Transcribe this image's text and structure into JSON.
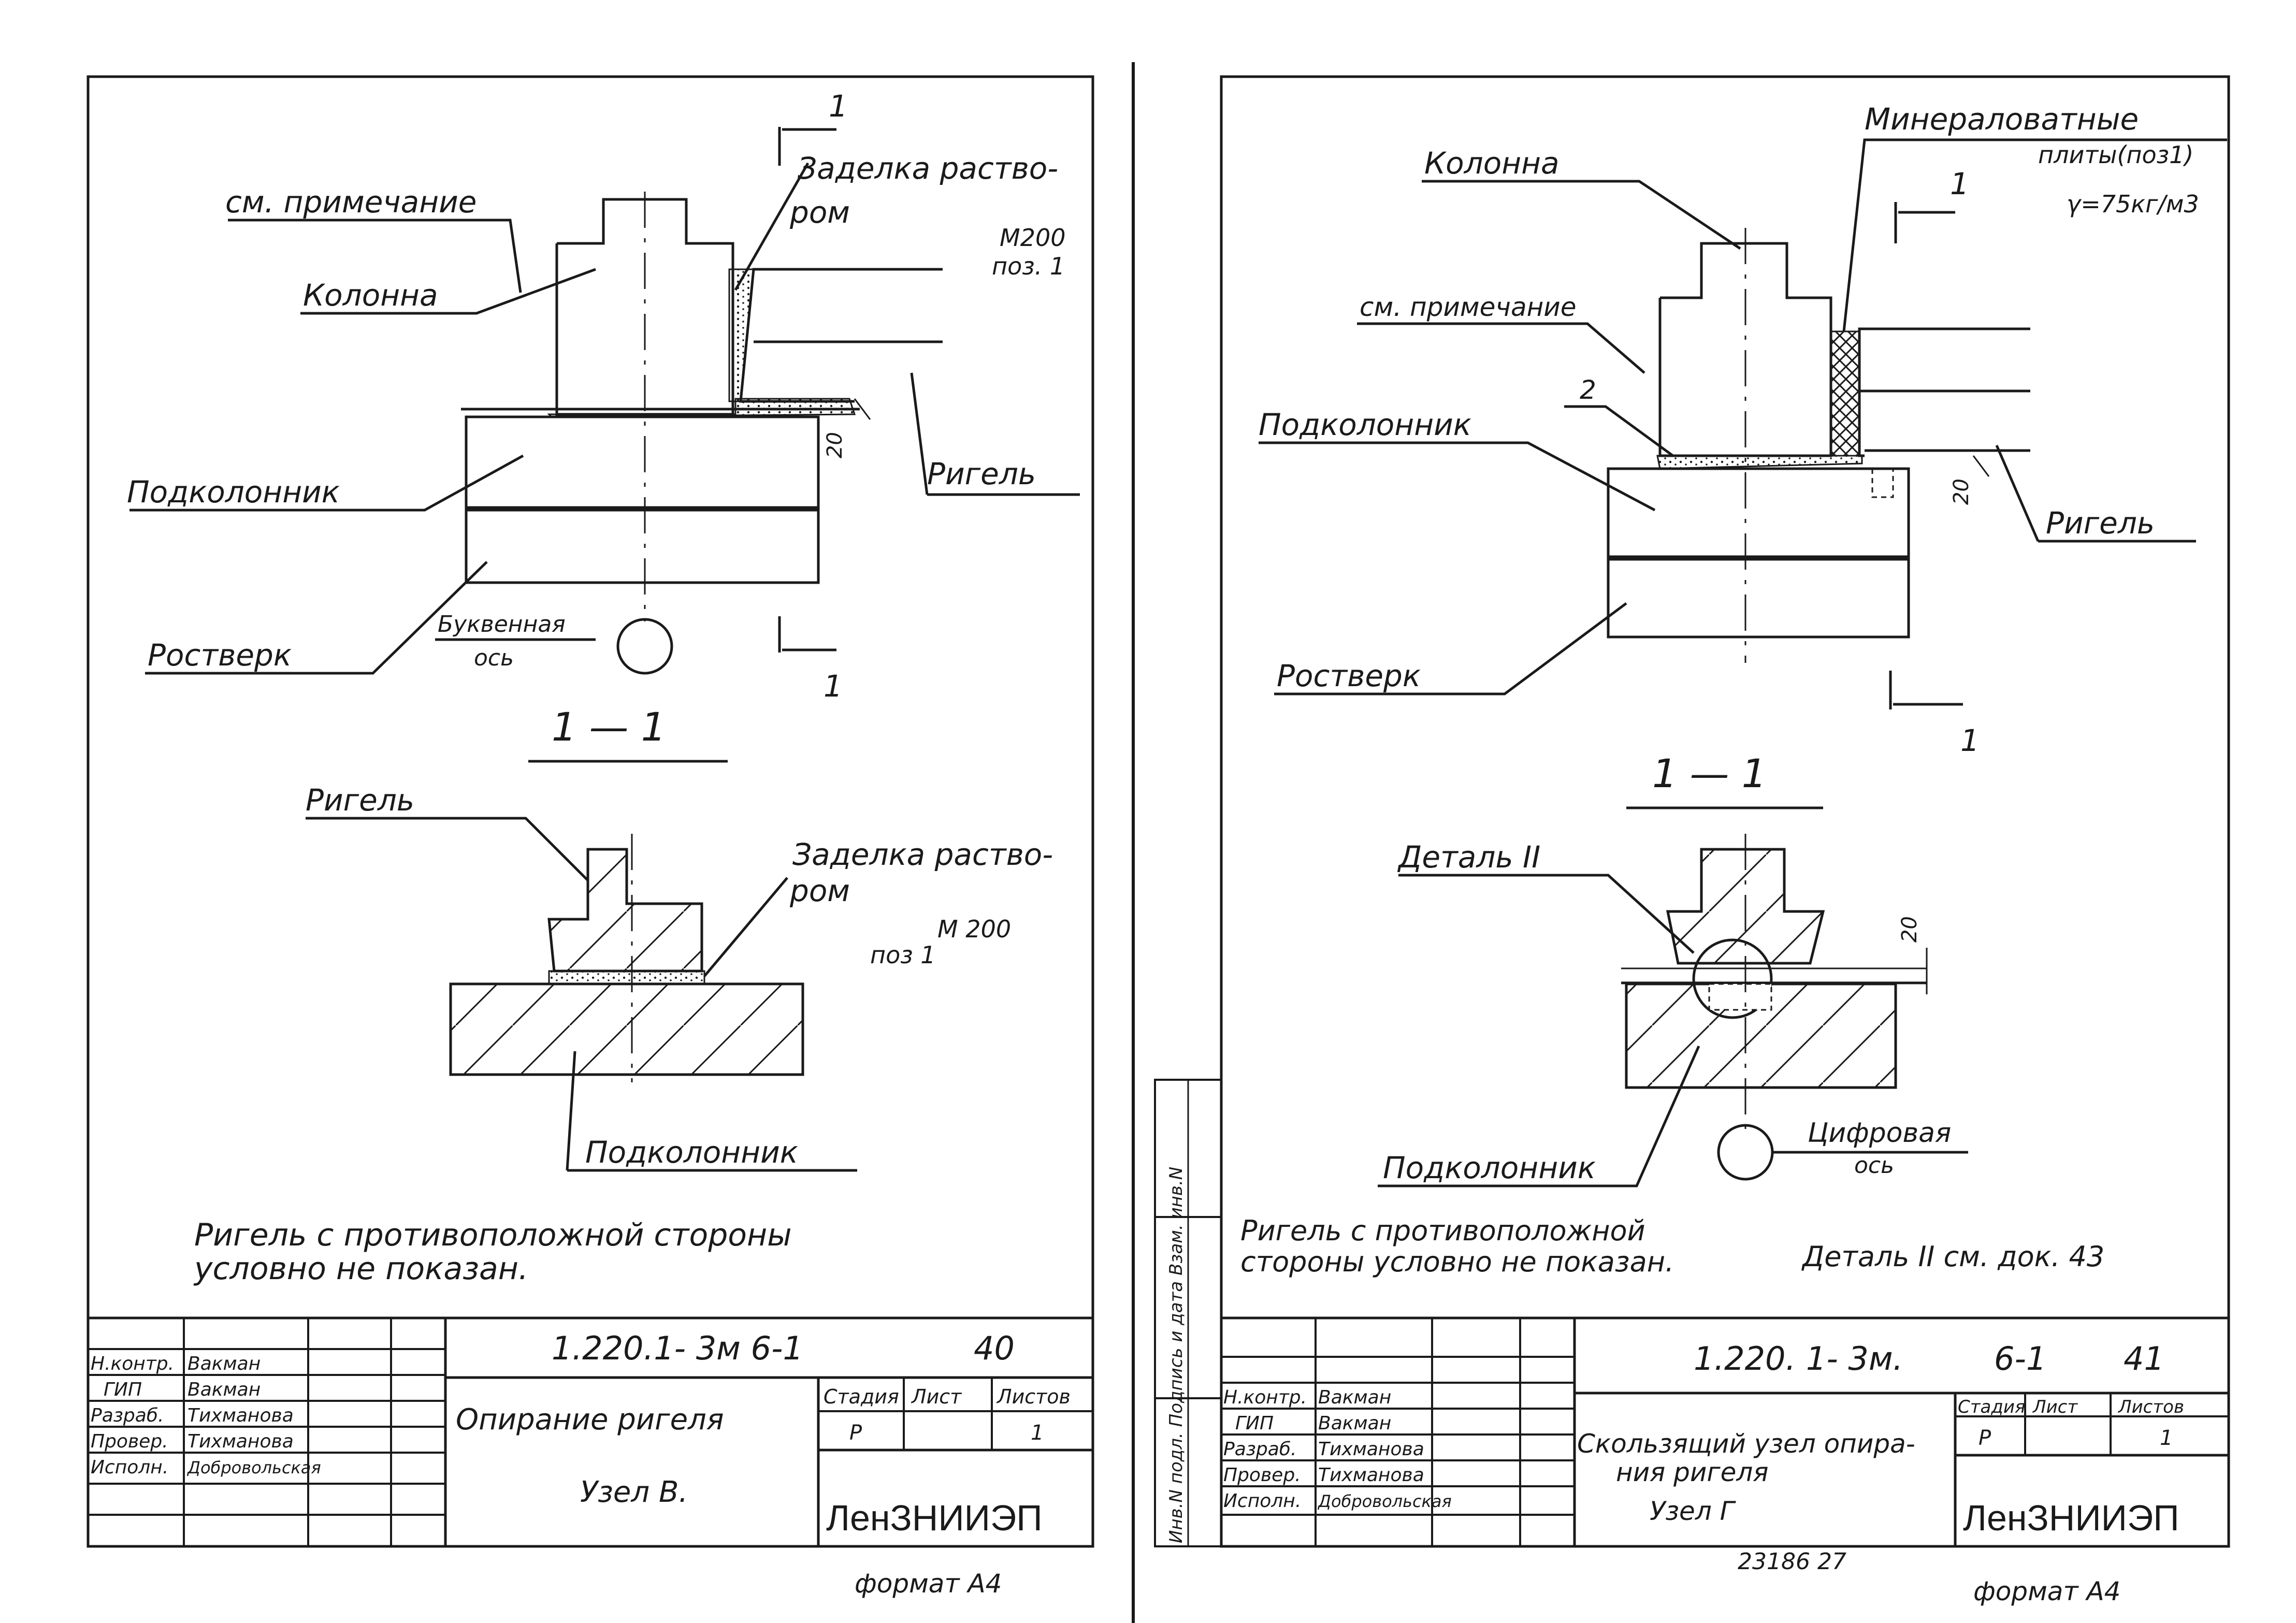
{
  "sheets": [
    {
      "labels": {
        "cut_mark_top": "1",
        "mortar_fill": "Заделка раство-",
        "mortar_fill_2": "ром",
        "mortar_grade": "М200",
        "mortar_pos": "поз. 1",
        "see_note": "см. примечание",
        "column": "Колонна",
        "dim_20": "20",
        "sub_column": "Подколонник",
        "girder": "Ригель",
        "pile_cap": "Ростверк",
        "axis": "Буквенная",
        "axis_2": "ось",
        "cut_mark_bottom": "1",
        "section_title": "1 — 1",
        "sec_girder": "Ригель",
        "sec_mortar": "Заделка раство-",
        "sec_mortar_2": "ром",
        "sec_grade": "М 200",
        "sec_pos": "поз 1",
        "sec_sub_column": "Подколонник"
      },
      "note": {
        "line1": "Ригель с противоположной   стороны",
        "line2": "условно  не  показан."
      },
      "title_block": {
        "roles": [
          "Н.контр.",
          "ГИП",
          "Разраб.",
          "Провер.",
          "Исполн."
        ],
        "names": [
          "Вакман",
          "Вакман",
          "Тихманова",
          "Тихманова",
          "Добровольская"
        ],
        "doc_code": "1.220.1- 3м 6-1",
        "doc_no": "40",
        "title": "Опирание ригеля",
        "subtitle": "Узел В.",
        "col_stage": "Стадия",
        "col_sheet": "Лист",
        "col_sheets": "Листов",
        "stage": "Р",
        "sheets_count": "1",
        "org": "ЛенЗНИИЭП"
      },
      "format": "формат А4"
    },
    {
      "labels": {
        "mineral_plates": "Минераловатные",
        "mineral_plates_2": "плиты(поз1)",
        "gamma": "γ=75кг/м3",
        "column": "Колонна",
        "cut_mark_top": "1",
        "see_note": "см. примечание",
        "num_2": "2",
        "sub_column": "Подколонник",
        "dim_20": "20",
        "girder": "Ригель",
        "pile_cap": "Ростверк",
        "cut_mark_bottom": "1",
        "section_title": "1 — 1",
        "detail": "Деталь II",
        "sec_dim_20": "20",
        "digital_axis": "Цифровая",
        "digital_axis_2": "ось",
        "sec_sub_column": "Подколонник"
      },
      "note": {
        "line1": "Ригель с противоположной",
        "line2": "стороны условно не показан.",
        "detail_ref": "Деталь II см. док. 43"
      },
      "side_stamp": "Инв.N подл. Подпись и дата Взам. инв.N",
      "title_block": {
        "roles": [
          "Н.контр.",
          "ГИП",
          "Разраб.",
          "Провер.",
          "Исполн."
        ],
        "names": [
          "Вакман",
          "Вакман",
          "Тихманова",
          "Тихманова",
          "Добровольская"
        ],
        "doc_code": "1.220. 1- 3м.",
        "doc_mid": "6-1",
        "doc_no": "41",
        "title": "Скользящий узел опира-",
        "title_2": "ния ригеля",
        "subtitle": "Узел Г",
        "col_stage": "Стадия",
        "col_sheet": "Лист",
        "col_sheets": "Листов",
        "stage": "Р",
        "sheets_count": "1",
        "org": "ЛенЗНИИЭП"
      },
      "inventory": "23186   27",
      "format": "формат А4"
    }
  ]
}
